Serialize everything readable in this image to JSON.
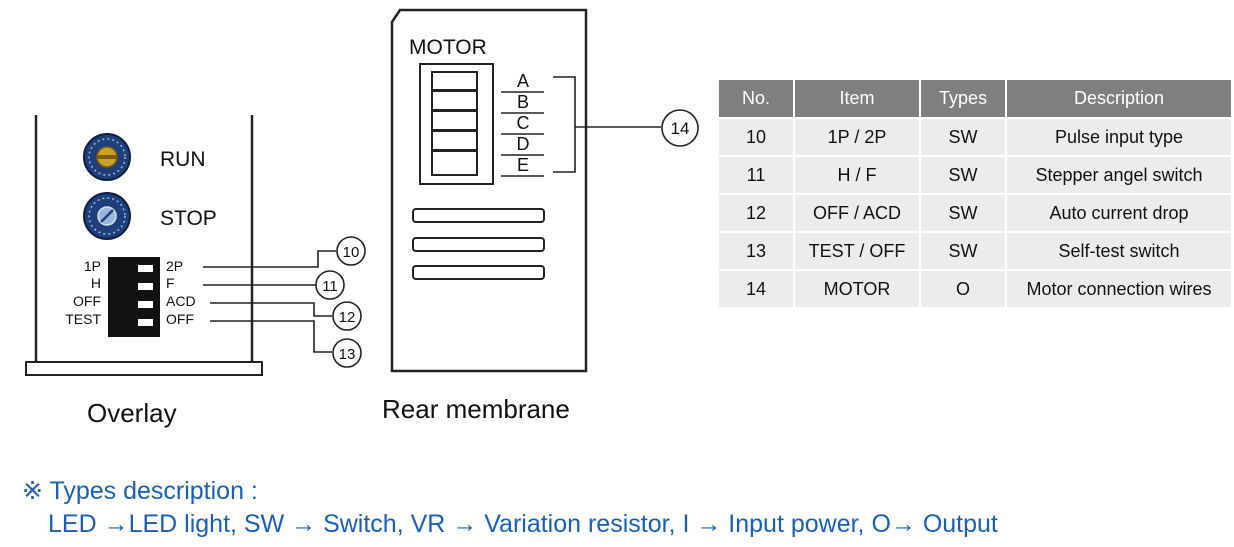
{
  "overlay": {
    "caption": "Overlay",
    "knobs": [
      {
        "label": "RUN",
        "icon": "rotary-knob-yellow"
      },
      {
        "label": "STOP",
        "icon": "rotary-knob-blue"
      }
    ],
    "switch_left_labels": [
      "1P",
      "H",
      "OFF",
      "TEST"
    ],
    "switch_right_labels": [
      "2P",
      "F",
      "ACD",
      "OFF"
    ],
    "callouts": [
      "10",
      "11",
      "12",
      "13"
    ]
  },
  "rear": {
    "caption": "Rear membrane",
    "motor_label": "MOTOR",
    "connector_pins": [
      "A",
      "B",
      "C",
      "D",
      "E"
    ],
    "callout": "14"
  },
  "table": {
    "headers": [
      "No.",
      "Item",
      "Types",
      "Description"
    ],
    "rows": [
      [
        "10",
        "1P / 2P",
        "SW",
        "Pulse input type"
      ],
      [
        "11",
        "H / F",
        "SW",
        "Stepper angel switch"
      ],
      [
        "12",
        "OFF / ACD",
        "SW",
        "Auto current drop"
      ],
      [
        "13",
        "TEST / OFF",
        "SW",
        "Self-test switch"
      ],
      [
        "14",
        "MOTOR",
        "O",
        "Motor connection wires"
      ]
    ]
  },
  "note": {
    "title": "※ Types description :",
    "body": "LED →LED light, SW → Switch, VR → Variation resistor, I → Input power, O→ Output",
    "color": "#1a5fb4"
  },
  "colors": {
    "table_header_bg": "#7f7f7f",
    "table_row_bg": "#ececec",
    "knob_blue": "#1f3f7a",
    "knob_yellow": "#c9a227"
  }
}
